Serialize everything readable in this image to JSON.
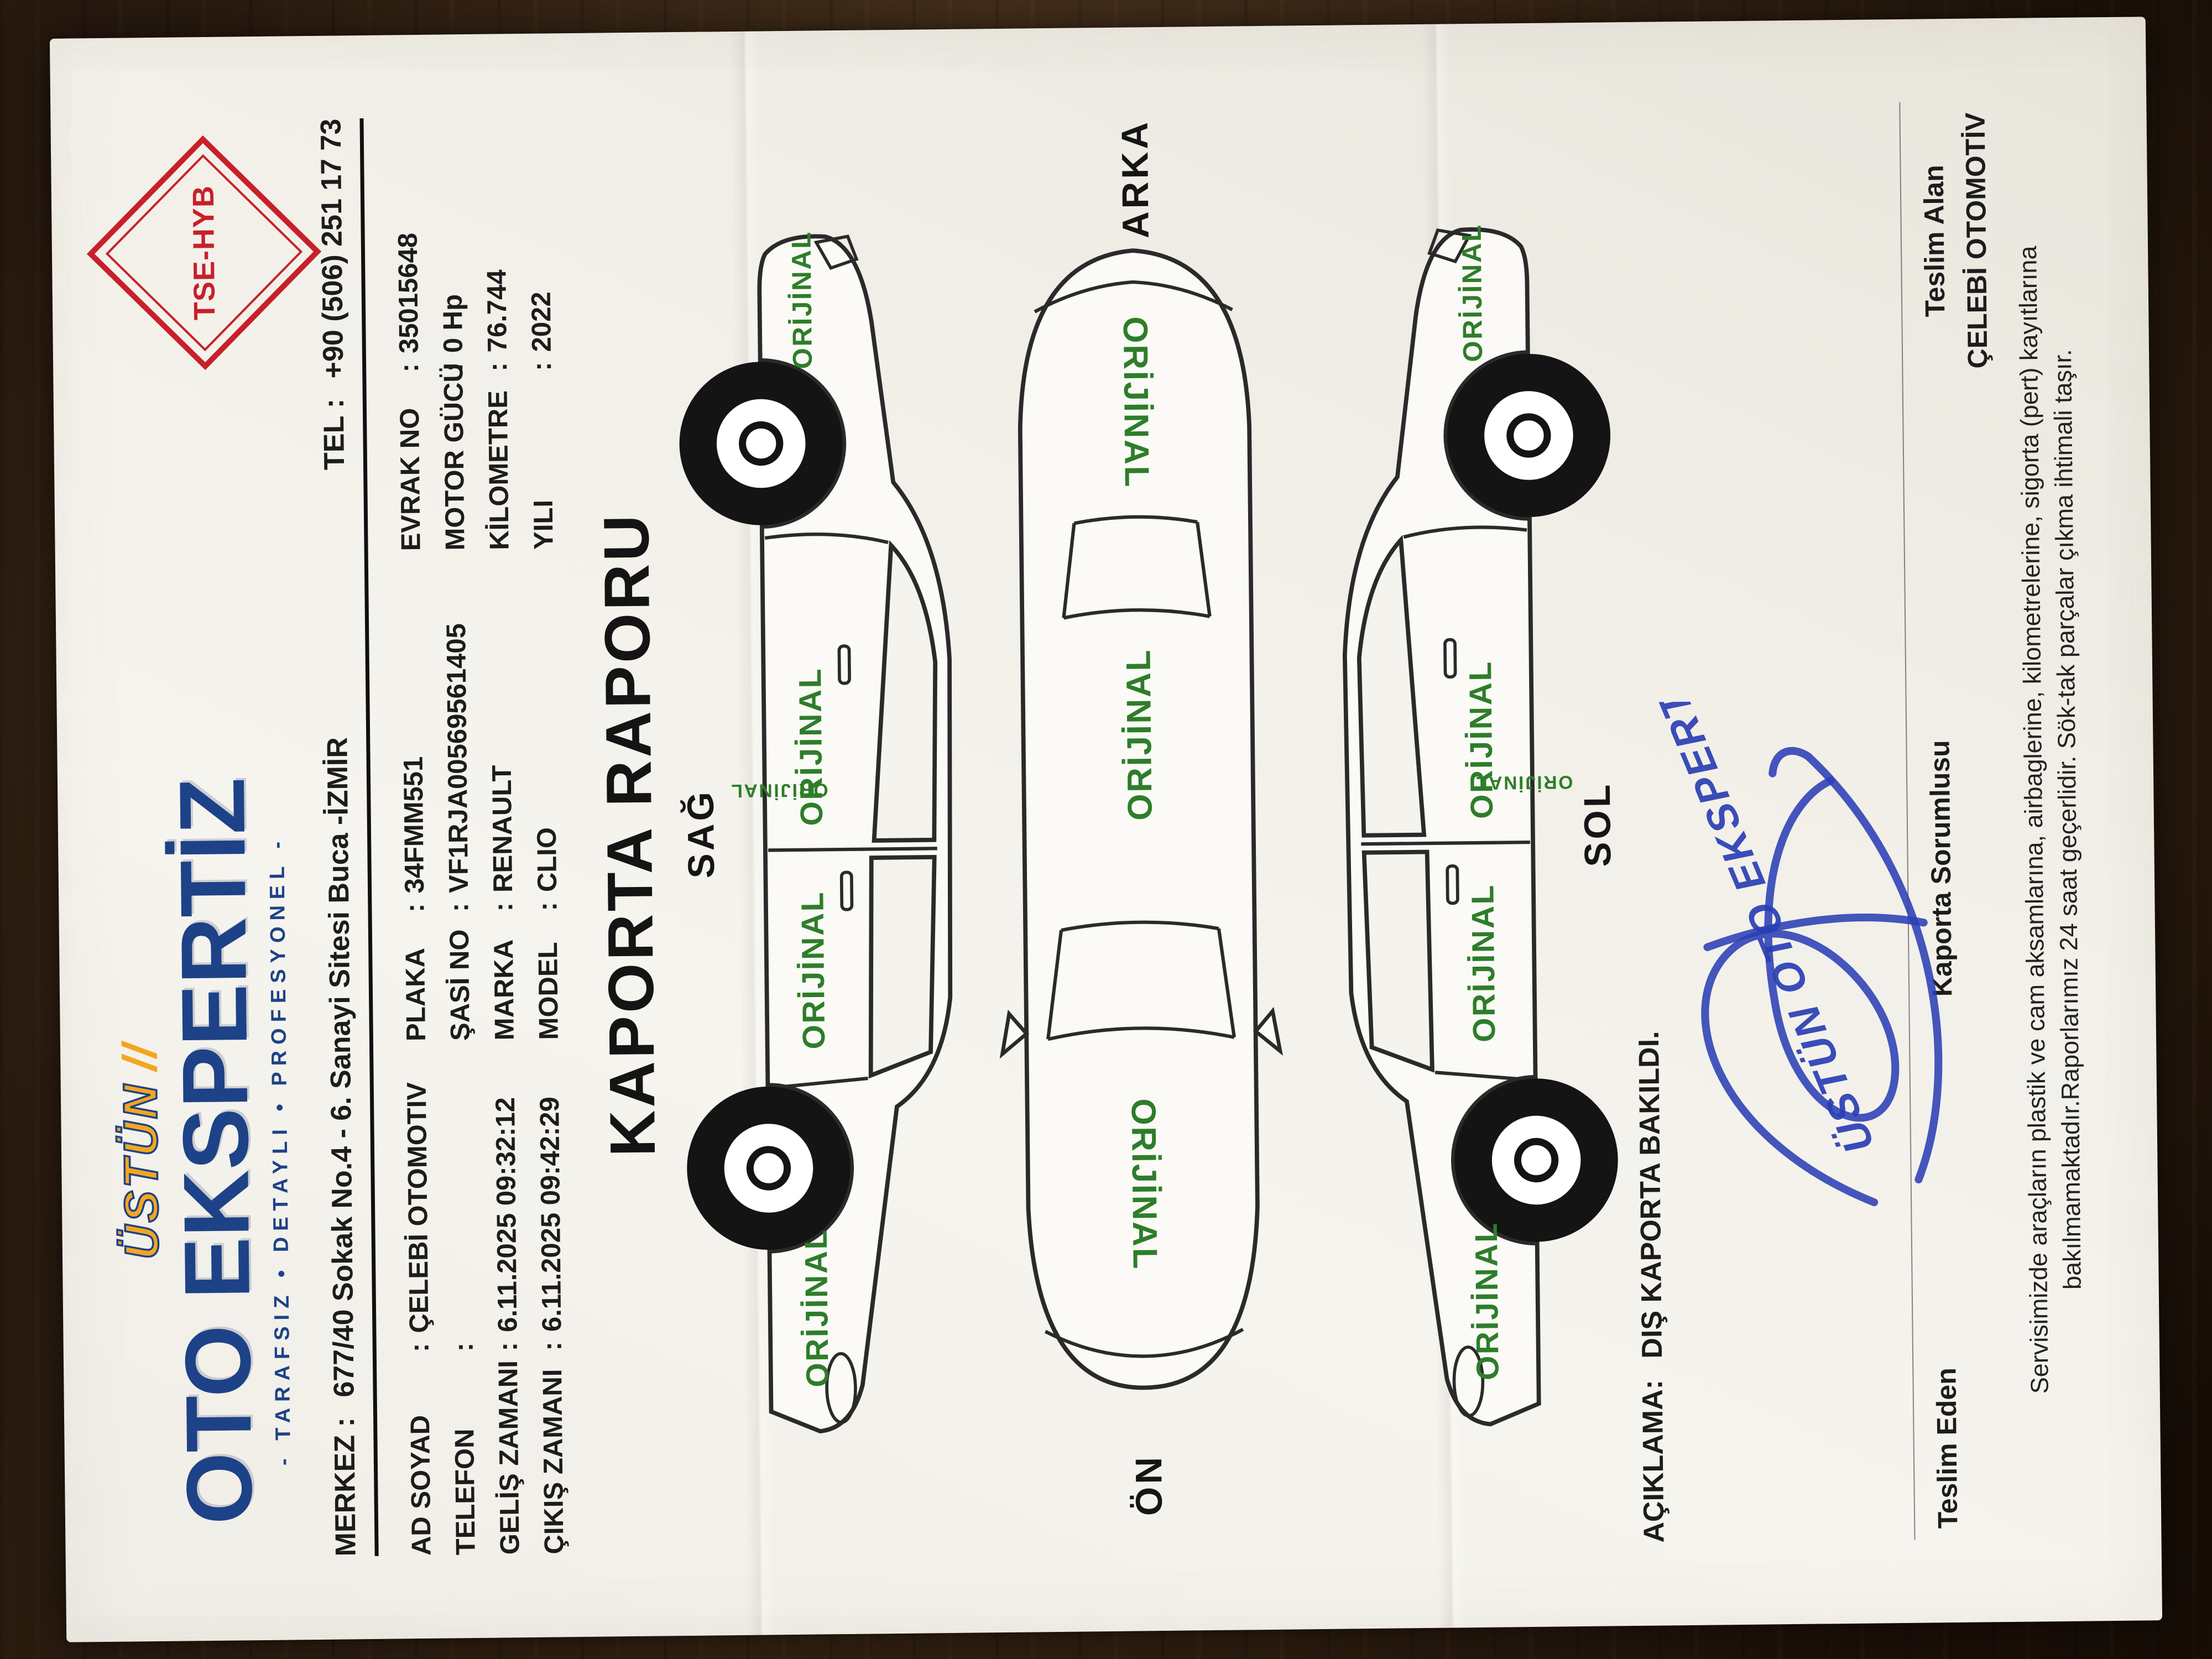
{
  "meta": {
    "accent_navy": "#1d4287",
    "accent_orange": "#f3a61f",
    "accent_red": "#c8202a",
    "status_green": "#2e7d2a",
    "signature_blue": "#2b3fb5",
    "paper_color": "#f2f0e9"
  },
  "header": {
    "logo_badge": "ÜSTÜN",
    "logo_slashes": "//",
    "logo_main": "OTO EKSPERTİZ",
    "logo_tagline": "- TARAFSIZ • DETAYLI • PROFESYONEL -",
    "cert_badge": "TSE-HYB",
    "merkez_label": "MERKEZ :",
    "merkez_value": "677/40 Sokak No.4 - 6. Sanayi Sitesi Buca -İZMİR",
    "tel_label": "TEL :",
    "tel_value": "+90 (506) 251 17 73"
  },
  "info": {
    "sep": ":",
    "col1": [
      {
        "label": "AD SOYAD",
        "value": "ÇELEBİ OTOMOTIV"
      },
      {
        "label": "TELEFON",
        "value": ""
      },
      {
        "label": "GELİŞ ZAMANI",
        "value": "6.11.2025 09:32:12"
      },
      {
        "label": "ÇIKIŞ ZAMANI",
        "value": "6.11.2025 09:42:29"
      }
    ],
    "col2": [
      {
        "label": "PLAKA",
        "value": "34FMM551"
      },
      {
        "label": "ŞASİ NO",
        "value": "VF1RJA00569561405"
      },
      {
        "label": "MARKA",
        "value": "RENAULT"
      },
      {
        "label": "MODEL",
        "value": "CLIO"
      }
    ],
    "col3": [
      {
        "label": "EVRAK NO",
        "value": "35015648"
      },
      {
        "label": "MOTOR GÜCÜ",
        "value": "0 Hp"
      },
      {
        "label": "KİLOMETRE",
        "value": "76.744"
      },
      {
        "label": "YILI",
        "value": "2022"
      }
    ]
  },
  "title": "KAPORTA RAPORU",
  "diagram": {
    "labels": {
      "front": "ÖN",
      "rear": "ARKA",
      "right": "SAĞ",
      "left": "SOL"
    },
    "panel_status": "ORİJİNAL"
  },
  "aciklama": {
    "label": "AÇIKLAMA:",
    "value": "DIŞ KAPORTA BAKILDI."
  },
  "footer": {
    "teslim_eden": "Teslim Eden",
    "kaporta_sorumlusu": "Kaporta Sorumlusu",
    "teslim_alan": "Teslim Alan",
    "teslim_alan_value": "ÇELEBİ OTOMOTİV",
    "signature_stamp": "ÜSTÜN OTO EKSPERTİZ",
    "disclaimer": "Servisimizde araçların plastik ve cam aksamlarına, airbaglerine, kilometrelerine, sigorta (pert) kayıtlarına bakılmamaktadır.Raporlarımız 24 saat geçerlidir. Sök-tak parçalar çıkma ihtimali taşır."
  }
}
